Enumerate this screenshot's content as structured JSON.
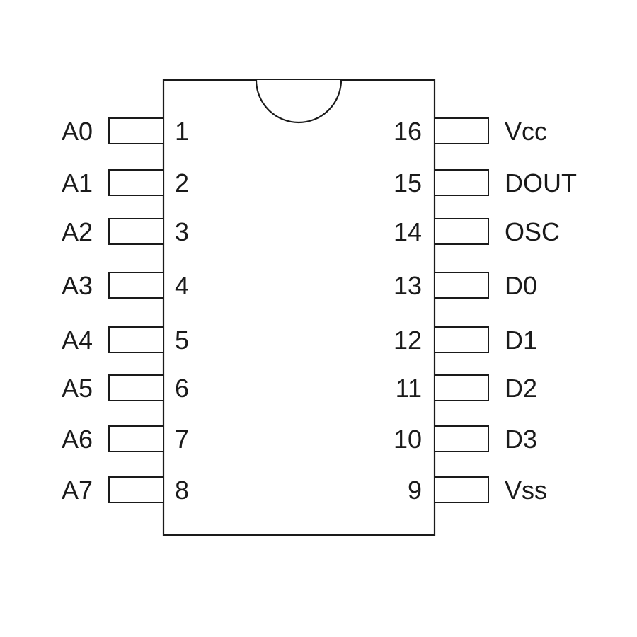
{
  "chip": {
    "left_pins": [
      {
        "number": "1",
        "name": "A0"
      },
      {
        "number": "2",
        "name": "A1"
      },
      {
        "number": "3",
        "name": "A2"
      },
      {
        "number": "4",
        "name": "A3"
      },
      {
        "number": "5",
        "name": "A4"
      },
      {
        "number": "6",
        "name": "A5"
      },
      {
        "number": "7",
        "name": "A6"
      },
      {
        "number": "8",
        "name": "A7"
      }
    ],
    "right_pins": [
      {
        "number": "16",
        "name": "Vcc"
      },
      {
        "number": "15",
        "name": "DOUT"
      },
      {
        "number": "14",
        "name": "OSC"
      },
      {
        "number": "13",
        "name": "D0"
      },
      {
        "number": "12",
        "name": "D1"
      },
      {
        "number": "11",
        "name": "D2"
      },
      {
        "number": "10",
        "name": "D3"
      },
      {
        "number": "9",
        "name": "Vss"
      }
    ]
  },
  "colors": {
    "line": "#1a1a1a",
    "background": "#ffffff"
  }
}
